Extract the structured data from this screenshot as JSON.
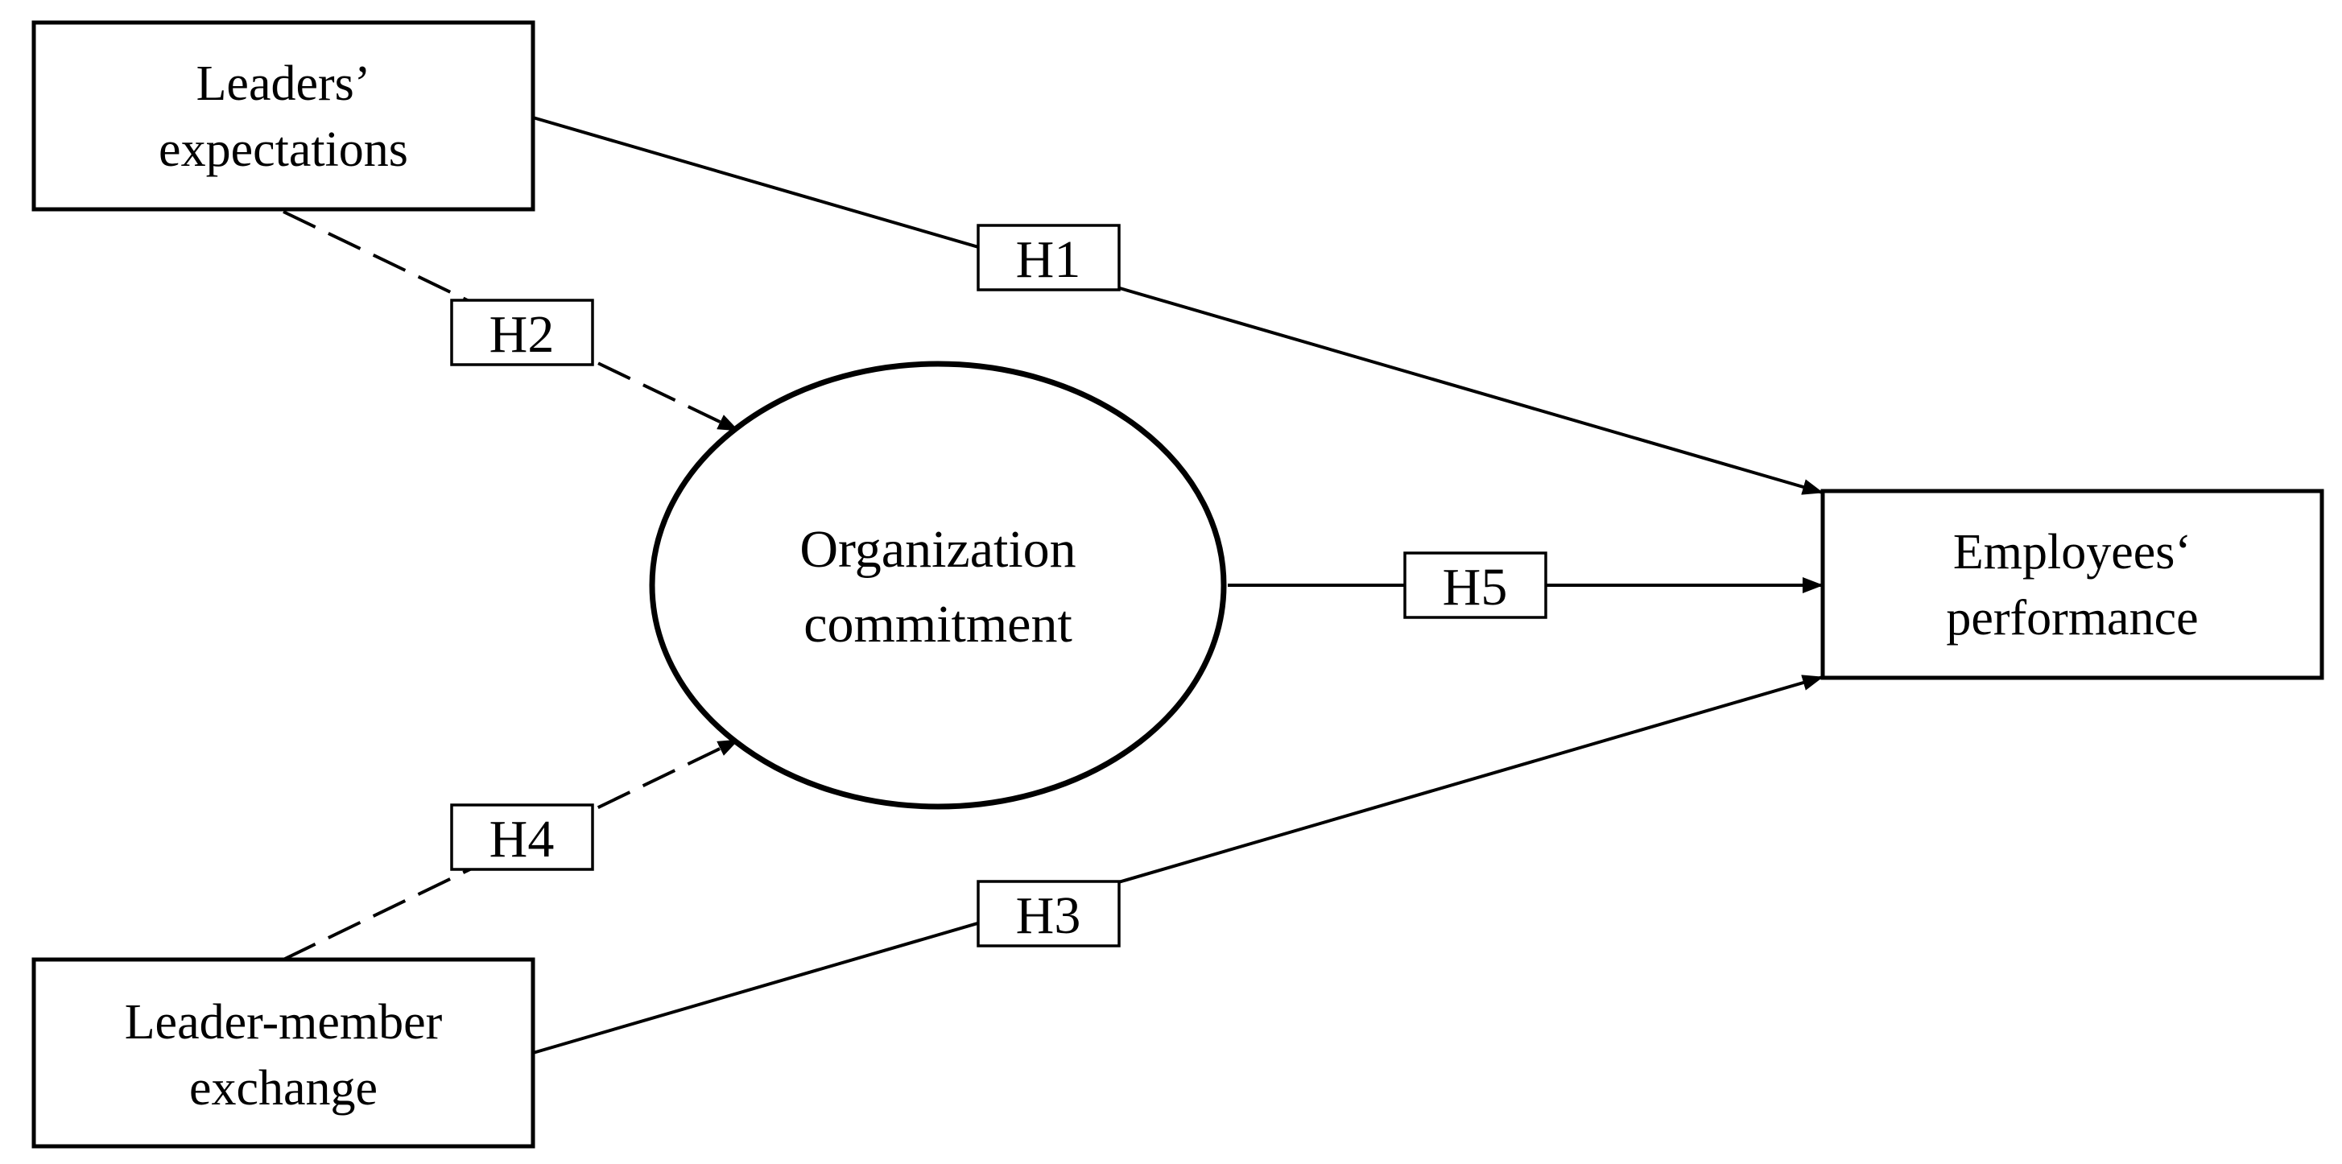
{
  "nodes": {
    "leaders_expectations": {
      "line1": "Leaders’",
      "line2": "expectations"
    },
    "leader_member_exchange": {
      "line1": "Leader-member",
      "line2": "exchange"
    },
    "organization_commitment": {
      "line1": "Organization",
      "line2": "commitment"
    },
    "employees_performance": {
      "line1": "Employees‘",
      "line2": "performance"
    }
  },
  "hypotheses": {
    "h1": "H1",
    "h2": "H2",
    "h3": "H3",
    "h4": "H4",
    "h5": "H5"
  },
  "edge_styles": {
    "h1": "solid",
    "h2": "dashed",
    "h3": "solid",
    "h4": "dashed",
    "h5": "solid"
  },
  "colors": {
    "stroke": "#000000",
    "background": "#ffffff"
  }
}
